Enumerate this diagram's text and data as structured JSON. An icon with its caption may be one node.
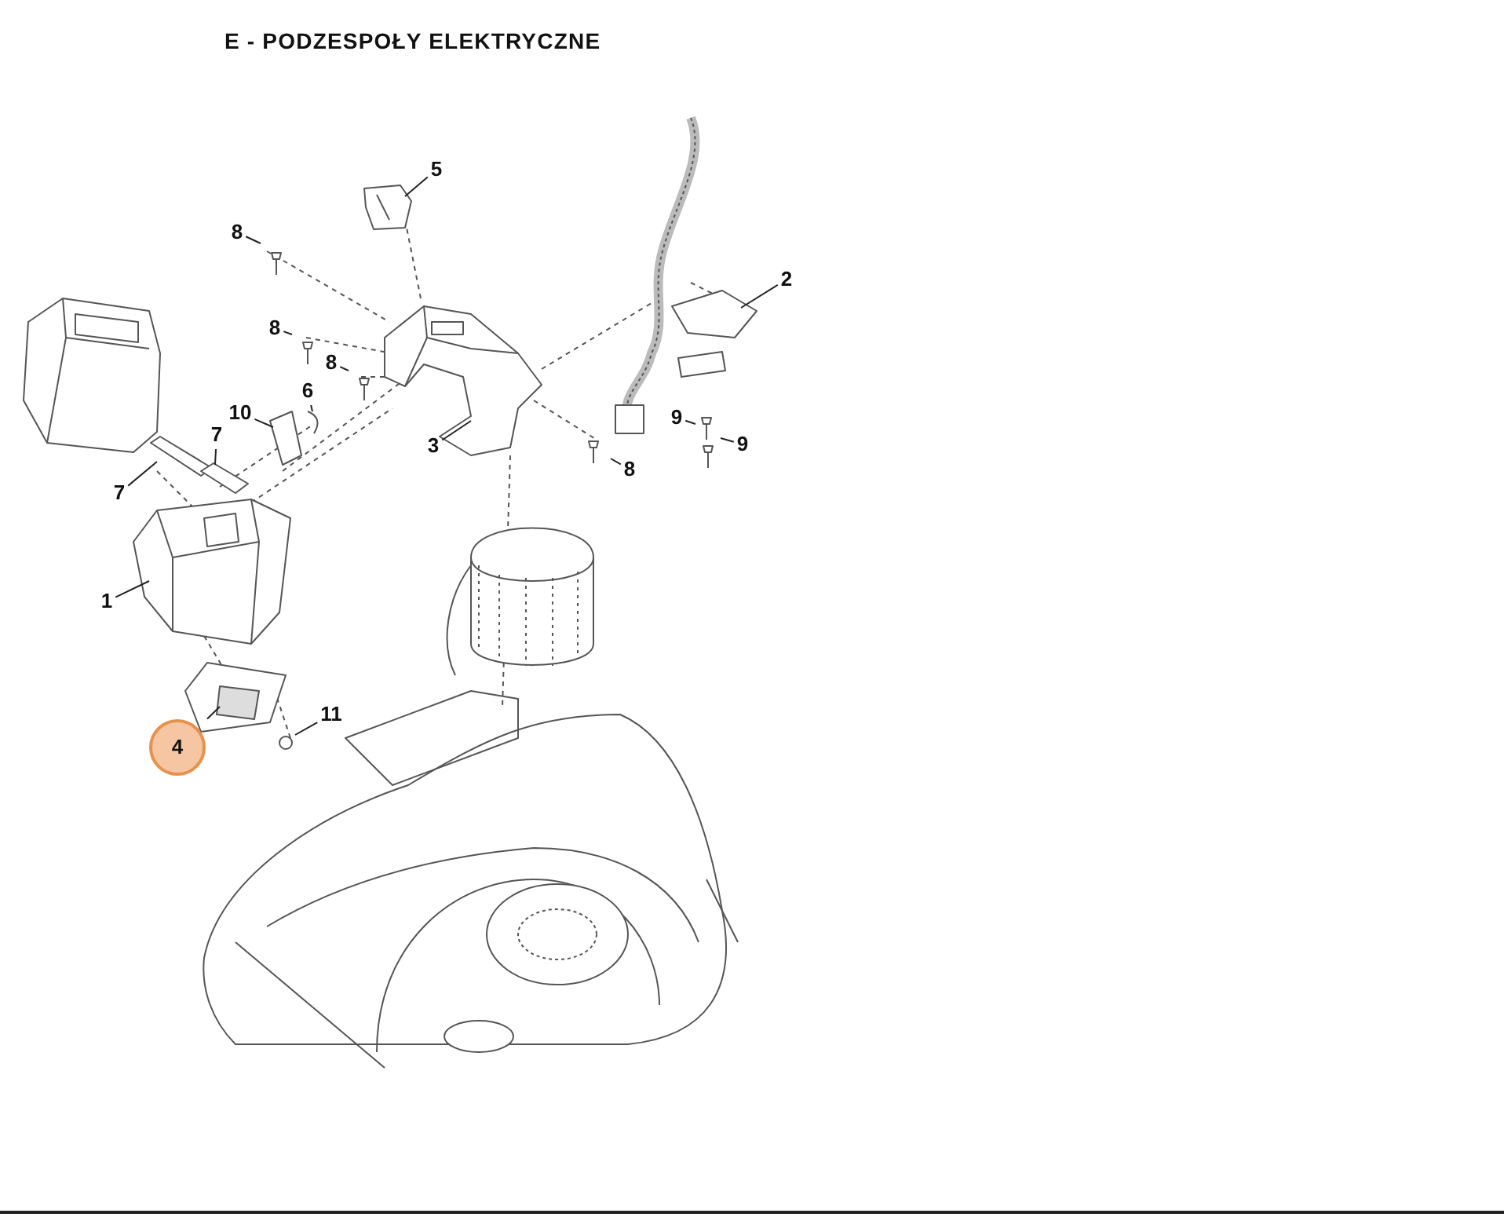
{
  "diagram": {
    "title": "E - PODZESPOŁY ELEKTRYCZNE",
    "nodes": [
      {
        "text": [
          "5"
        ]
      },
      {
        "text": [
          "8"
        ]
      },
      {
        "text": [
          "2"
        ]
      },
      {
        "text": [
          "8"
        ]
      },
      {
        "text": [
          "8"
        ]
      },
      {
        "text": [
          "6"
        ]
      },
      {
        "text": [
          "10"
        ]
      },
      {
        "text": [
          "9"
        ]
      },
      {
        "text": [
          "7"
        ]
      },
      {
        "text": [
          "3"
        ]
      },
      {
        "text": [
          "9"
        ]
      },
      {
        "text": [
          "8"
        ]
      },
      {
        "text": [
          "7"
        ]
      },
      {
        "text": [
          "1"
        ]
      },
      {
        "text": [
          "11"
        ]
      },
      {
        "text": [
          "4"
        ]
      }
    ],
    "edges": [
      {
        "from": 0,
        "to": null,
        "arrow": "none"
      },
      {
        "from": 1,
        "to": null,
        "arrow": "none"
      },
      {
        "from": 2,
        "to": null,
        "arrow": "none"
      },
      {
        "from": 3,
        "to": null,
        "arrow": "none"
      },
      {
        "from": 4,
        "to": null,
        "arrow": "none"
      },
      {
        "from": 5,
        "to": null,
        "arrow": "none"
      },
      {
        "from": 6,
        "to": null,
        "arrow": "none"
      },
      {
        "from": 7,
        "to": null,
        "arrow": "none"
      },
      {
        "from": 8,
        "to": null,
        "arrow": "none"
      },
      {
        "from": 9,
        "to": null,
        "arrow": "none"
      },
      {
        "from": 10,
        "to": null,
        "arrow": "none"
      },
      {
        "from": 11,
        "to": null,
        "arrow": "none"
      },
      {
        "from": 12,
        "to": null,
        "arrow": "none"
      },
      {
        "from": 13,
        "to": null,
        "arrow": "none"
      },
      {
        "from": 14,
        "to": null,
        "arrow": "none"
      },
      {
        "from": 15,
        "to": null,
        "arrow": "none"
      }
    ]
  }
}
